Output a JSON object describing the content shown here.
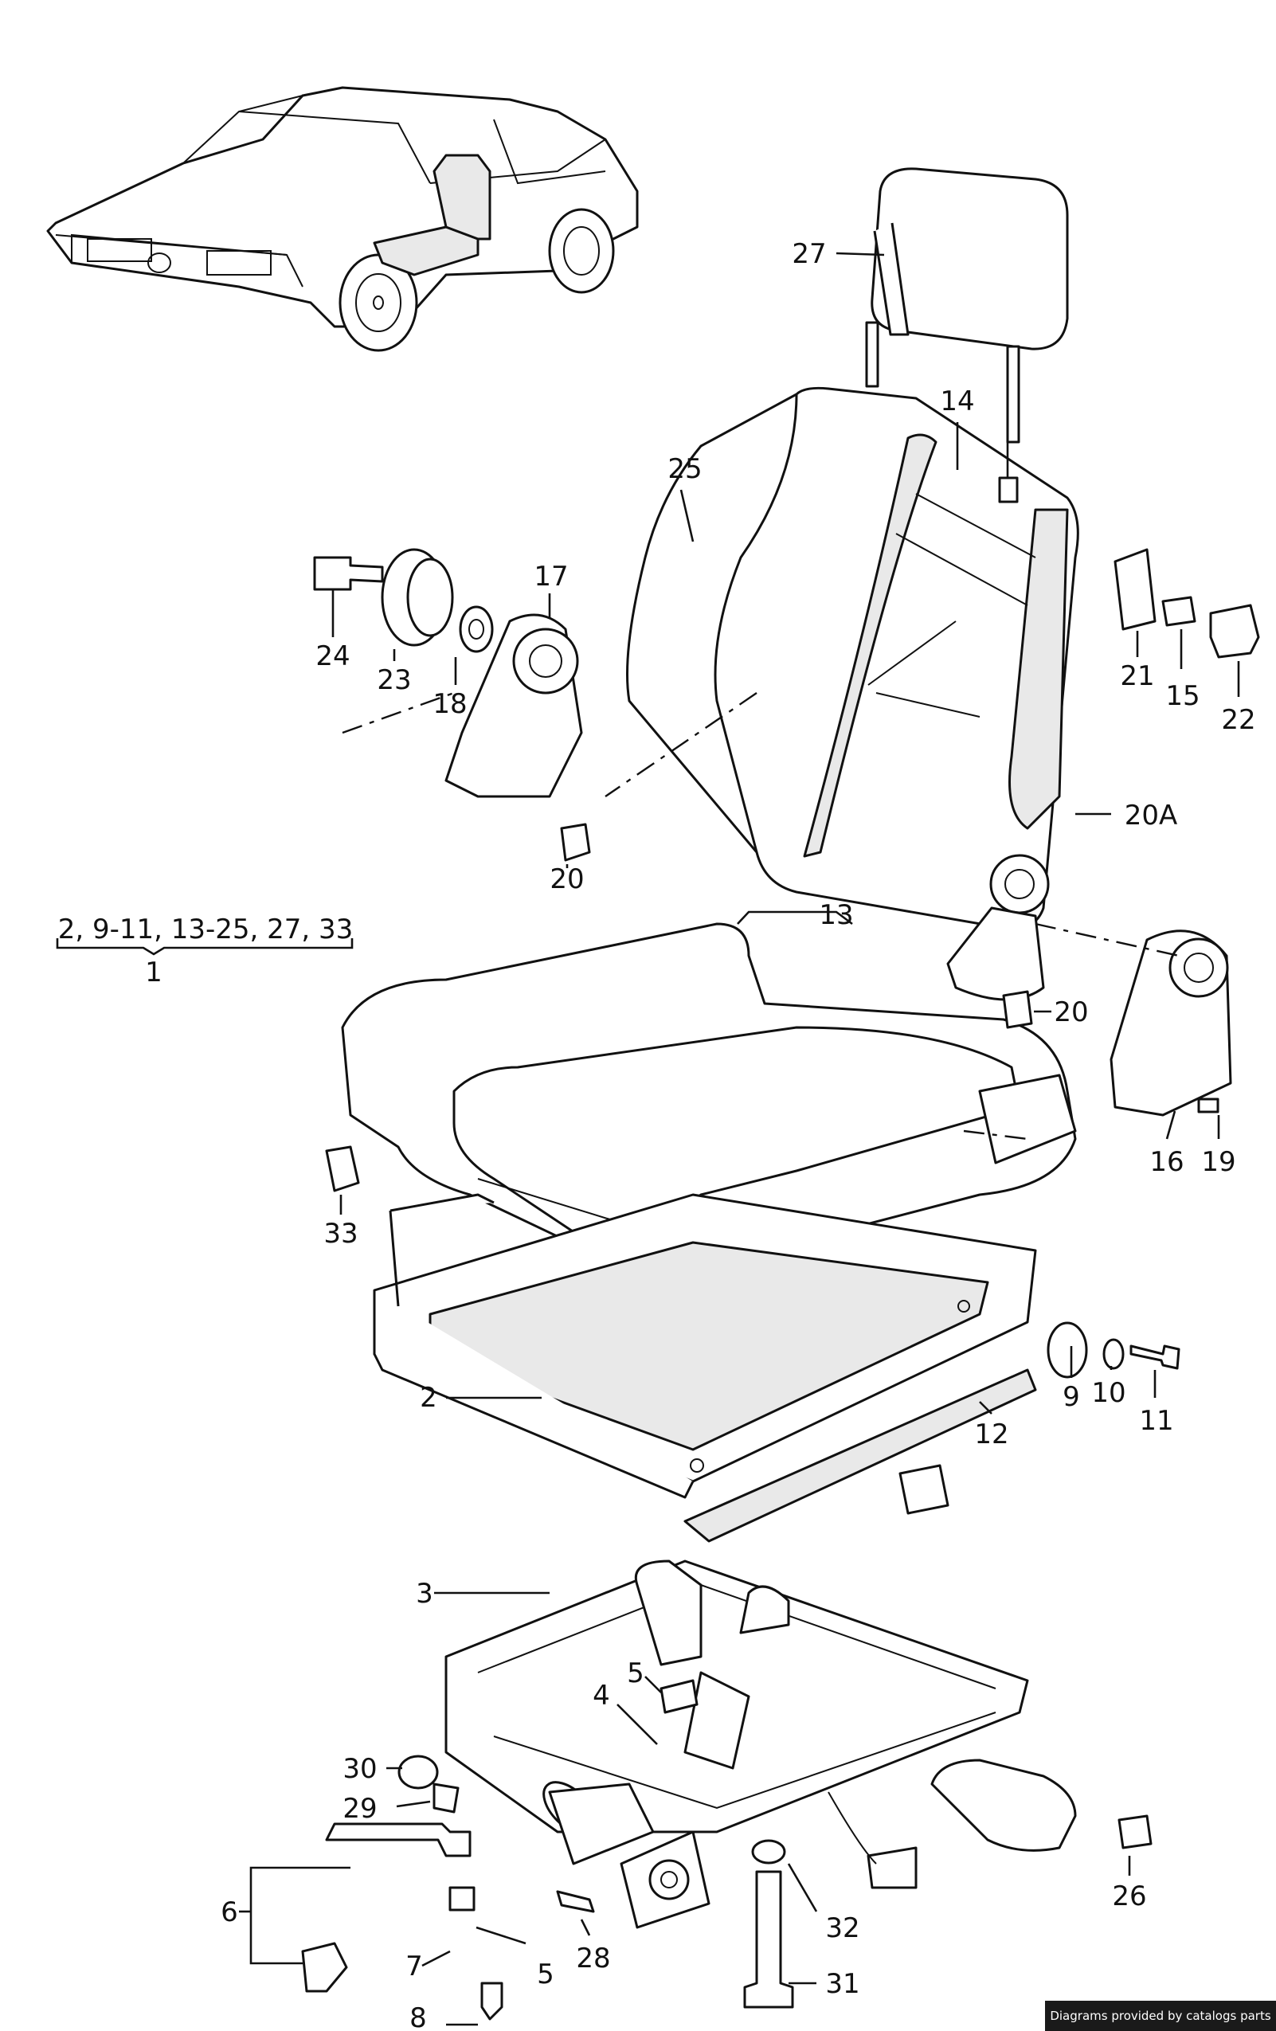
{
  "callouts": {
    "c27": "27",
    "c14": "14",
    "c25": "25",
    "c17": "17",
    "c24": "24",
    "c23": "23",
    "c18": "18",
    "c21": "21",
    "c15": "15",
    "c22": "22",
    "c20a": "20A",
    "c20_left": "20",
    "c20_right": "20",
    "c13": "13",
    "c16": "16",
    "c19": "19",
    "c33": "33",
    "c9": "9",
    "c10": "10",
    "c11": "11",
    "c12": "12",
    "c2": "2",
    "c3": "3",
    "c5_upper": "5",
    "c4": "4",
    "c30": "30",
    "c29": "29",
    "c6": "6",
    "c7": "7",
    "c5_lower": "5",
    "c28": "28",
    "c32": "32",
    "c31": "31",
    "c8": "8",
    "c26": "26"
  },
  "group_bracket": {
    "range": "2, 9-11, 13-25, 27, 33",
    "assembly": "1"
  },
  "footer": {
    "credit": "Diagrams provided by catalogs parts"
  }
}
